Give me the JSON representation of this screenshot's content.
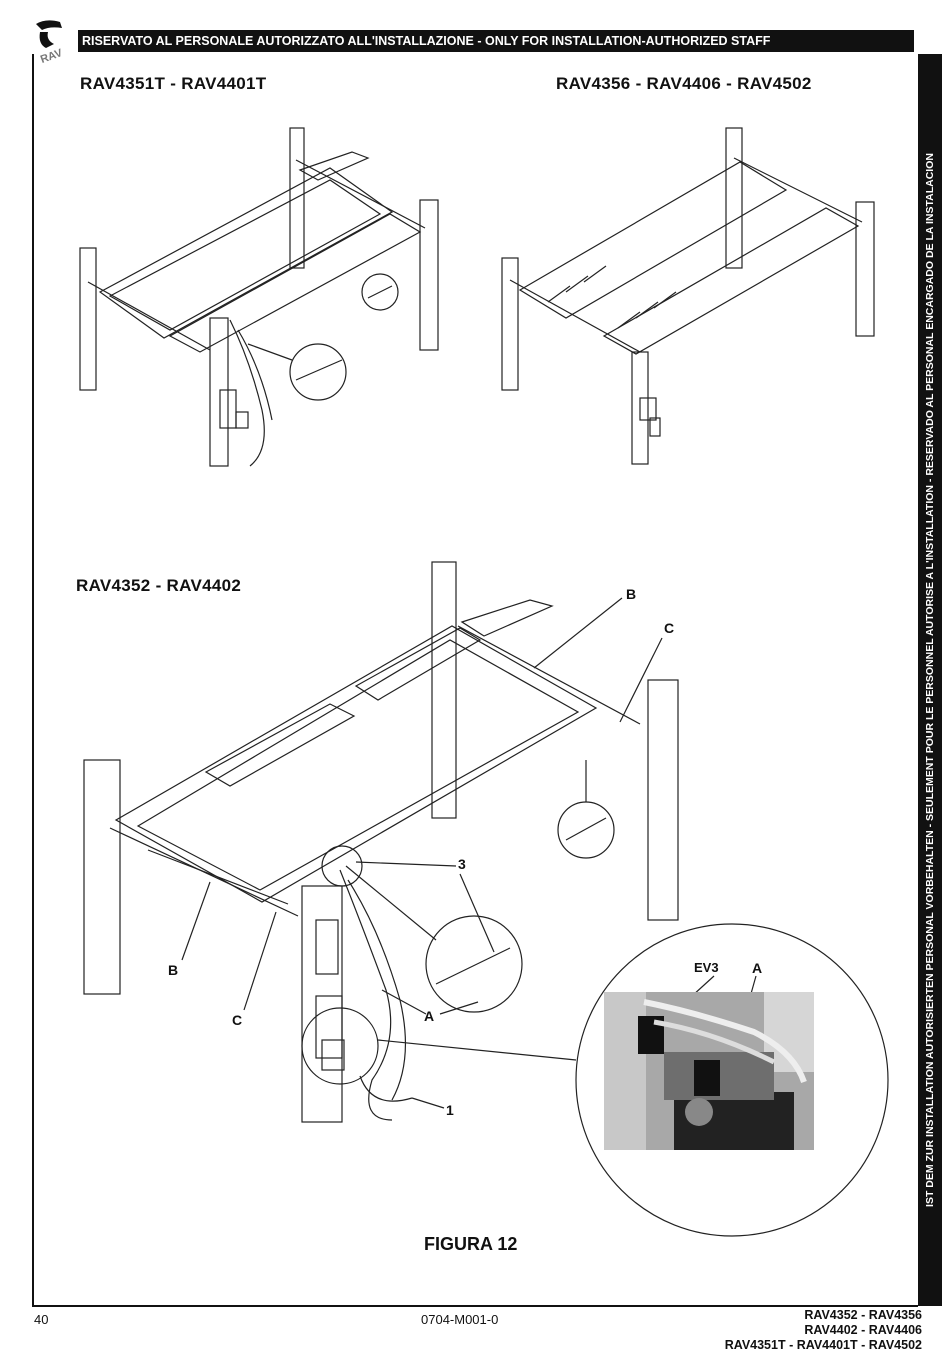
{
  "header": {
    "banner": "RISERVATO AL PERSONALE AUTORIZZATO ALL'INSTALLAZIONE - ONLY FOR INSTALLATION-AUTHORIZED STAFF",
    "logo_text": "RAV"
  },
  "sidebar": {
    "text": "IST DEM ZUR INSTALLATION AUTORISIERTEN PERSONAL VORBEHALTEN - SEULEMENT POUR LE PERSONNEL AUTORISE A L'INSTALLATION - RESERVADO AL PERSONAL ENCARGADO DE LA INSTALACION"
  },
  "diagrams": {
    "top_left_title": "RAV4351T - RAV4401T",
    "top_right_title": "RAV4356 - RAV4406 - RAV4502",
    "bottom_title": "RAV4352 - RAV4402"
  },
  "callouts": {
    "b_top": "B",
    "c_top": "C",
    "three": "3",
    "b_left": "B",
    "c_left": "C",
    "a_main": "A",
    "one": "1",
    "ev3": "EV3",
    "a_photo": "A"
  },
  "figure": {
    "title": "FIGURA 12"
  },
  "footer": {
    "page_number": "40",
    "doc_code": "0704-M001-0",
    "models_line1": "RAV4352 - RAV4356",
    "models_line2": "RAV4402 - RAV4406",
    "models_line3": "RAV4351T - RAV4401T - RAV4502"
  }
}
